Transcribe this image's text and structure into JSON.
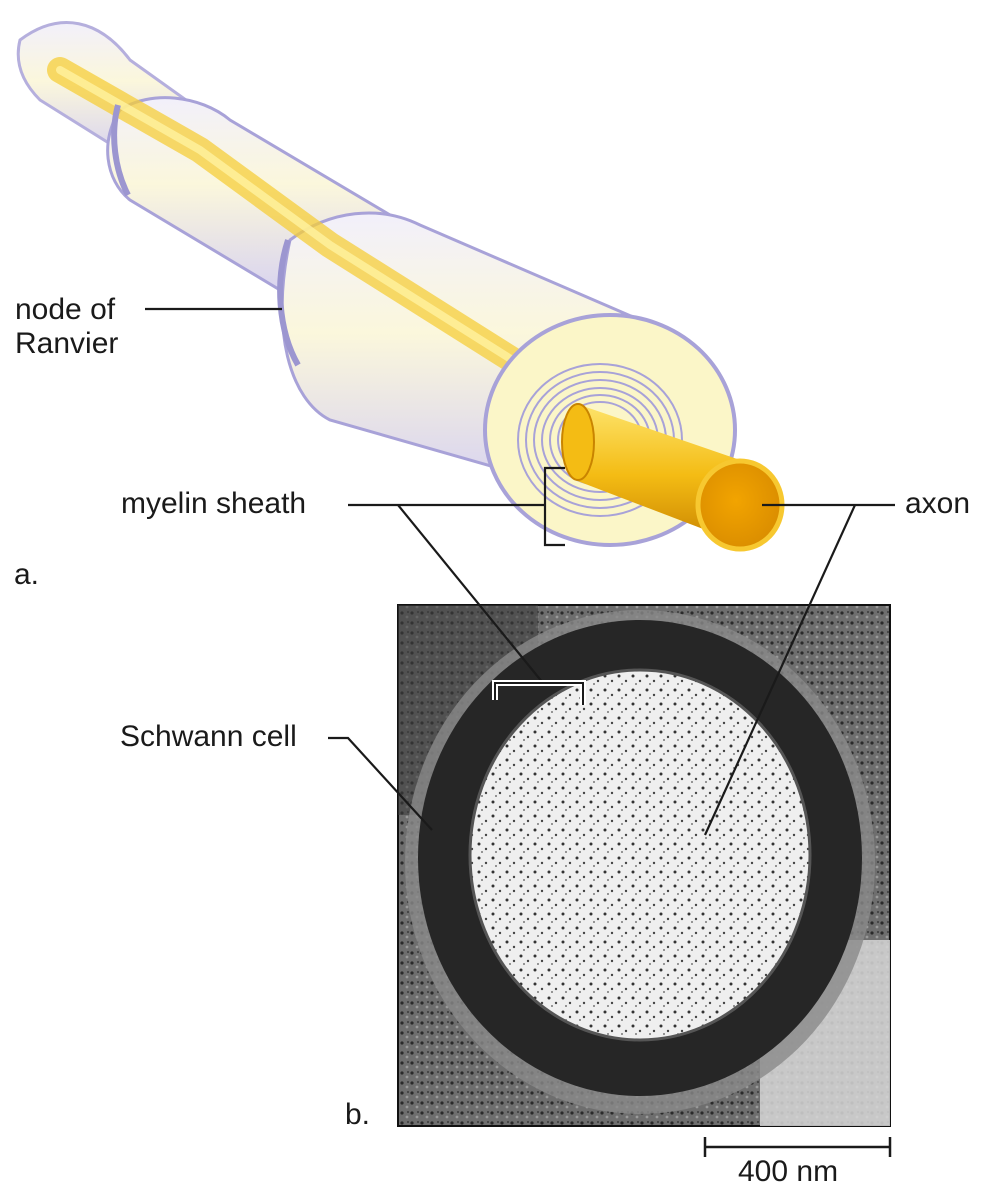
{
  "labels": {
    "node_of_ranvier": [
      "node of",
      "Ranvier"
    ],
    "myelin_sheath": "myelin sheath",
    "axon": "axon",
    "schwann_cell": "Schwann cell",
    "panel_a": "a.",
    "panel_b": "b.",
    "scale_bar": "400 nm"
  },
  "colors": {
    "sheath": "#dcd8f2",
    "sheath_edge": "#a8a2d8",
    "axon": "#f4bc14",
    "axon_dark": "#d68e00",
    "myelin_cross_section": "#fbf6c8",
    "micrograph_dark": "#222222",
    "micrograph_light": "#eeeeee",
    "leader": "#1a1a1a"
  }
}
